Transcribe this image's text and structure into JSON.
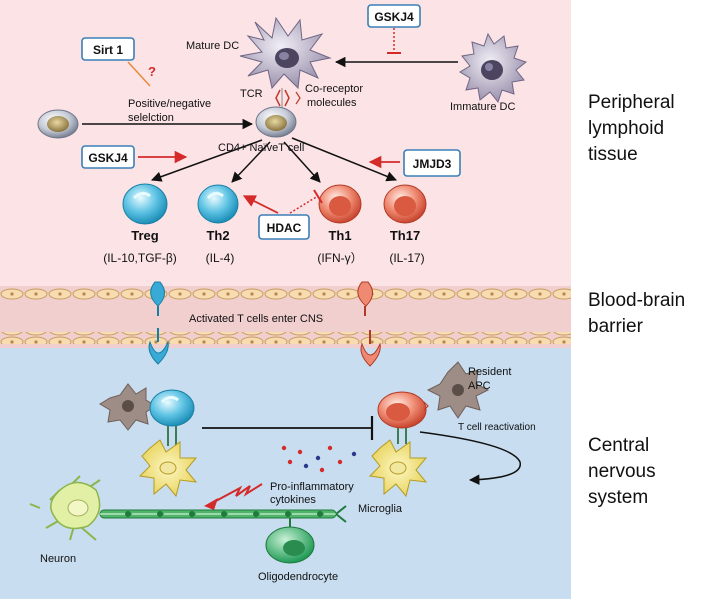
{
  "regions": {
    "peripheral": [
      "Peripheral",
      "lymphoid",
      "tissue"
    ],
    "bbb": [
      "Blood-brain",
      "barrier"
    ],
    "cns": [
      "Central",
      "nervous",
      "system"
    ]
  },
  "labels": {
    "mature_dc": "Mature DC",
    "immature_dc": "Immature DC",
    "tcr": "TCR",
    "coreceptor": [
      "Co-receptor",
      "molecules"
    ],
    "selection": [
      "Positive/negative",
      "selelction"
    ],
    "naive_t": "CD4+ NaïveT cell",
    "question": "?",
    "activated_t": "Activated T cells enter CNS",
    "resident_apc": [
      "Resident",
      "APC"
    ],
    "t_reactivation": "T cell reactivation",
    "pro_inflam": [
      "Pro-inflammatory",
      "cytokines"
    ],
    "microglia": "Microglia",
    "neuron": "Neuron",
    "oligodendrocyte": "Oligodendrocyte"
  },
  "boxes": {
    "gskj4_top": "GSKJ4",
    "sirt1": "Sirt 1",
    "gskj4_left": "GSKJ4",
    "jmjd3": "JMJD3",
    "hdac": "HDAC"
  },
  "subsets": [
    {
      "name": "Treg",
      "cytokine": "(IL-10,TGF-β)"
    },
    {
      "name": "Th2",
      "cytokine": "(IL-4)"
    },
    {
      "name": "Th1",
      "cytokine": "(IFN-γ）"
    },
    {
      "name": "Th17",
      "cytokine": "(IL-17)"
    }
  ],
  "colors": {
    "peripheral_bg": "#fbe3e6",
    "bbb_bg": "#f2cfcf",
    "cns_bg": "#c8ddf0",
    "box_border": "#3a7fb5",
    "red_arrow": "#d42a2a"
  }
}
